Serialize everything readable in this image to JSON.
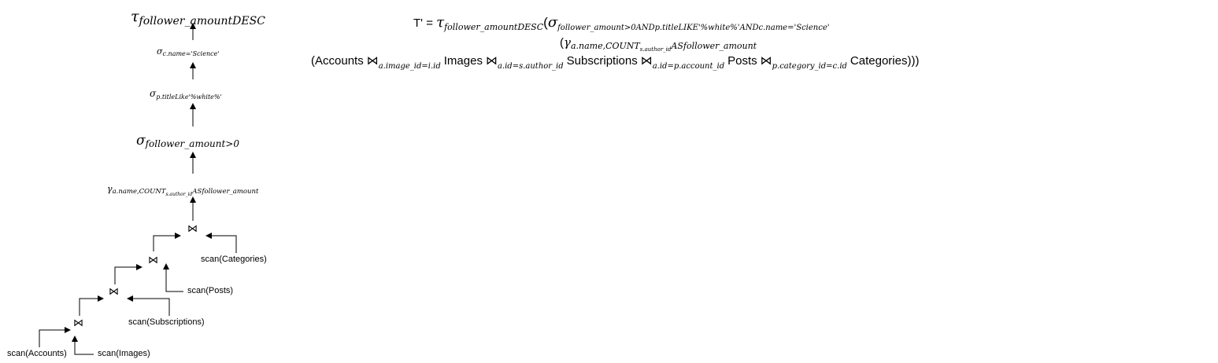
{
  "tree": {
    "sort": {
      "symbol": "τ",
      "sub": "follower_amountDESC"
    },
    "select_category": {
      "symbol": "σ",
      "sub": "c.name='Science'"
    },
    "select_title": {
      "symbol": "σ",
      "sub": "p.titleLike'%white%'"
    },
    "select_amount": {
      "symbol": "σ",
      "sub": "follower_amount>0"
    },
    "group": {
      "symbol": "γ",
      "sub1": "a.name,COUNT",
      "sub2": "s.author_id",
      "sub3": "ASfollower_amount"
    },
    "join_symbol": "⋈",
    "scans": {
      "accounts": "scan(Accounts)",
      "images": "scan(Images)",
      "subscriptions": "scan(Subscriptions)",
      "posts": "scan(Posts)",
      "categories": "scan(Categories)"
    }
  },
  "formula": {
    "line1": {
      "lead": "T' = ",
      "tau": "τ",
      "tau_sub": "follower_amountDESC",
      "open": "(",
      "sigma": "σ",
      "sigma_sub": "follower_amount>0ANDp.titleLIKE'%white%'ANDc.name='Science'"
    },
    "line2": {
      "open": "(",
      "gamma": "γ",
      "gamma_sub1": "a.name,COUNT",
      "gamma_sub2": "s.author_id",
      "gamma_sub3": "ASfollower_amount"
    },
    "line3": {
      "open": "(",
      "r1": "Accounts",
      "j1": "⋈",
      "j1_sub": "a.image_id=i.id",
      "r2": "Images",
      "j2": "⋈",
      "j2_sub": "a.id=s.author_id",
      "r3": "Subscriptions",
      "j3": "⋈",
      "j3_sub": "a.id=p.account_id",
      "r4": "Posts",
      "j4": "⋈",
      "j4_sub": "p.category_id=c.id",
      "r5": "Categories",
      "close": ")))"
    }
  }
}
